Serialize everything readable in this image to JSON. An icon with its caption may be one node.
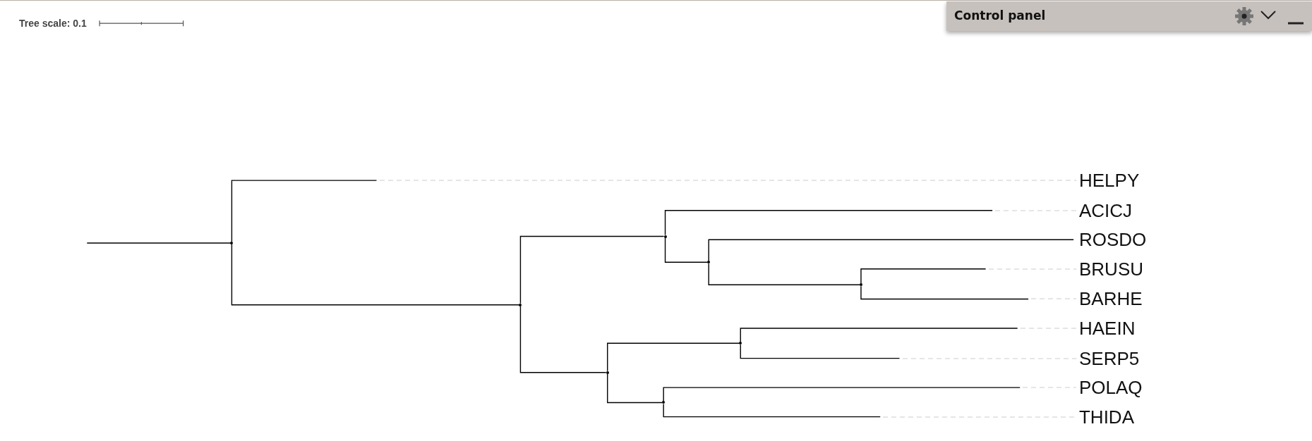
{
  "diagram": {
    "nodes": [
      {
        "text": [],
        "shape": "point"
      },
      {
        "text": [
          "HELPY"
        ]
      },
      {
        "text": [],
        "shape": "point"
      },
      {
        "text": [],
        "shape": "point"
      },
      {
        "text": [
          "ACICJ"
        ]
      },
      {
        "text": [],
        "shape": "point"
      },
      {
        "text": [
          "ROSDO"
        ]
      },
      {
        "text": [],
        "shape": "point"
      },
      {
        "text": [
          "BRUSU"
        ]
      },
      {
        "text": [
          "BARHE"
        ]
      },
      {
        "text": [],
        "shape": "point"
      },
      {
        "text": [],
        "shape": "point"
      },
      {
        "text": [
          "HAEIN"
        ]
      },
      {
        "text": [
          "SERP5"
        ]
      },
      {
        "text": [],
        "shape": "point"
      },
      {
        "text": [
          "POLAQ"
        ]
      },
      {
        "text": [
          "THIDA"
        ]
      }
    ],
    "edges": [
      {
        "from": null,
        "to": 0,
        "arrow": "none"
      },
      {
        "from": 0,
        "to": 1,
        "arrow": "none"
      },
      {
        "from": 0,
        "to": 2,
        "arrow": "none"
      },
      {
        "from": 2,
        "to": 3,
        "arrow": "none"
      },
      {
        "from": 3,
        "to": 4,
        "arrow": "none"
      },
      {
        "from": 3,
        "to": 5,
        "arrow": "none"
      },
      {
        "from": 5,
        "to": 6,
        "arrow": "none"
      },
      {
        "from": 5,
        "to": 7,
        "arrow": "none"
      },
      {
        "from": 7,
        "to": 8,
        "arrow": "none"
      },
      {
        "from": 7,
        "to": 9,
        "arrow": "none"
      },
      {
        "from": 2,
        "to": 10,
        "arrow": "none"
      },
      {
        "from": 10,
        "to": 11,
        "arrow": "none"
      },
      {
        "from": 11,
        "to": 12,
        "arrow": "none"
      },
      {
        "from": 11,
        "to": 13,
        "arrow": "none"
      },
      {
        "from": 10,
        "to": 14,
        "arrow": "none"
      },
      {
        "from": 14,
        "to": 15,
        "arrow": "none"
      },
      {
        "from": 14,
        "to": 16,
        "arrow": "none"
      }
    ],
    "labels": [
      "Tree scale: 0.1",
      "Control panel"
    ]
  }
}
